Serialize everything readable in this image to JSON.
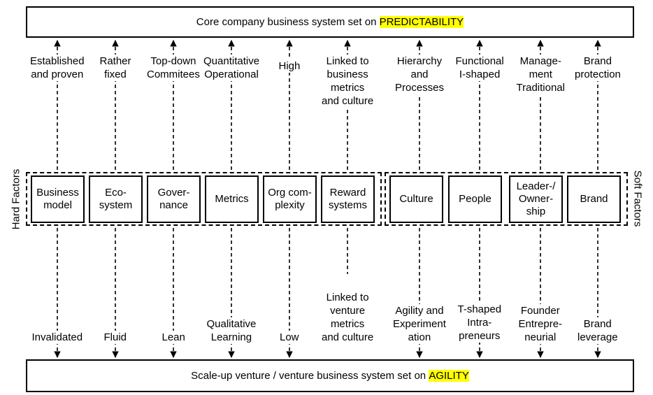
{
  "top_band": {
    "prefix": "Core company business system set on ",
    "highlight": "PREDICTABILITY"
  },
  "bottom_band": {
    "prefix": "Scale-up venture / venture business system set on ",
    "highlight": "AGILITY"
  },
  "hard_factors_label": "Hard Factors",
  "soft_factors_label": "Soft Factors",
  "highlight_color": "#ffff00",
  "factors": [
    {
      "name": "Business\nmodel",
      "top": "Established\nand proven",
      "bottom": "Invalidated"
    },
    {
      "name": "Eco-\nsystem",
      "top": "Rather\nfixed",
      "bottom": "Fluid"
    },
    {
      "name": "Gover-\nnance",
      "top": "Top-down\nCommitees",
      "bottom": "Lean"
    },
    {
      "name": "Metrics",
      "top": "Quantitative\nOperational",
      "bottom": "Qualitative\nLearning"
    },
    {
      "name": "Org com-\nplexity",
      "top": "High",
      "bottom": "Low"
    },
    {
      "name": "Reward\nsystems",
      "top": "Linked to\nbusiness\nmetrics\nand culture",
      "bottom": "Linked to\nventure\nmetrics\nand culture"
    },
    {
      "name": "Culture",
      "top": "Hierarchy\nand\nProcesses",
      "bottom": "Agility and\nExperiment\nation"
    },
    {
      "name": "People",
      "top": "Functional\nI-shaped",
      "bottom": "T-shaped\nIntra-\npreneurs"
    },
    {
      "name": "Leader-/\nOwner-\nship",
      "top": "Manage-\nment\nTraditional",
      "bottom": "Founder\nEntrepre-\nneurial"
    },
    {
      "name": "Brand",
      "top": "Brand\nprotection",
      "bottom": "Brand\nleverage"
    }
  ]
}
